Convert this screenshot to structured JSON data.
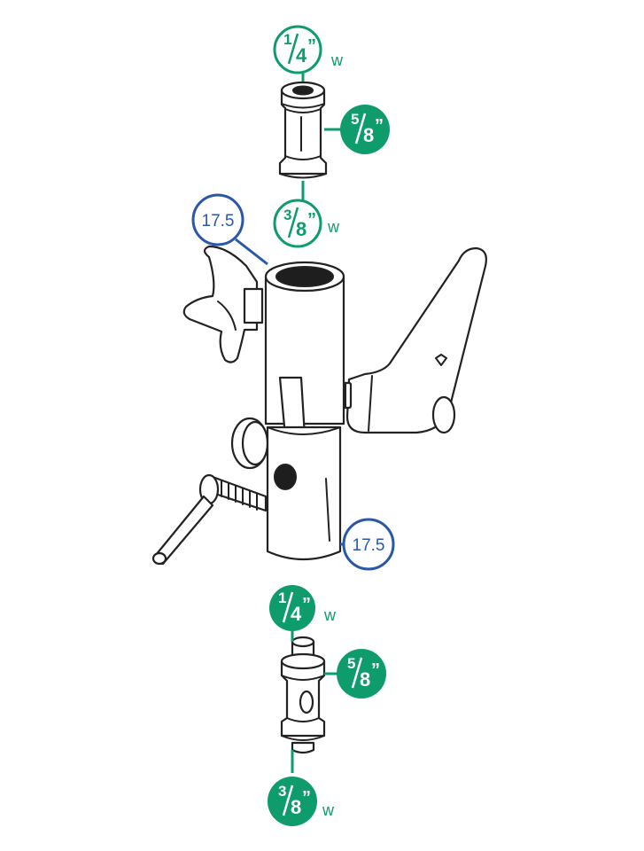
{
  "colors": {
    "green": "#0e9c6c",
    "blue": "#2a58a8",
    "line": "#222222",
    "background": "#ffffff"
  },
  "callouts": {
    "top_spigot_top": {
      "num": "1",
      "den": "4",
      "mark": "”",
      "suffix": "w"
    },
    "top_spigot_side": {
      "num": "5",
      "den": "8",
      "mark": "”"
    },
    "top_spigot_bottom": {
      "num": "3",
      "den": "8",
      "mark": "”",
      "suffix": "w"
    },
    "bracket_top": {
      "text": "17.5"
    },
    "bracket_bottom": {
      "text": "17.5"
    },
    "bottom_spigot_top": {
      "num": "1",
      "den": "4",
      "mark": "”",
      "suffix": "w"
    },
    "bottom_spigot_side": {
      "num": "5",
      "den": "8",
      "mark": "”"
    },
    "bottom_spigot_bottom": {
      "num": "3",
      "den": "8",
      "mark": "”",
      "suffix": "w"
    }
  }
}
